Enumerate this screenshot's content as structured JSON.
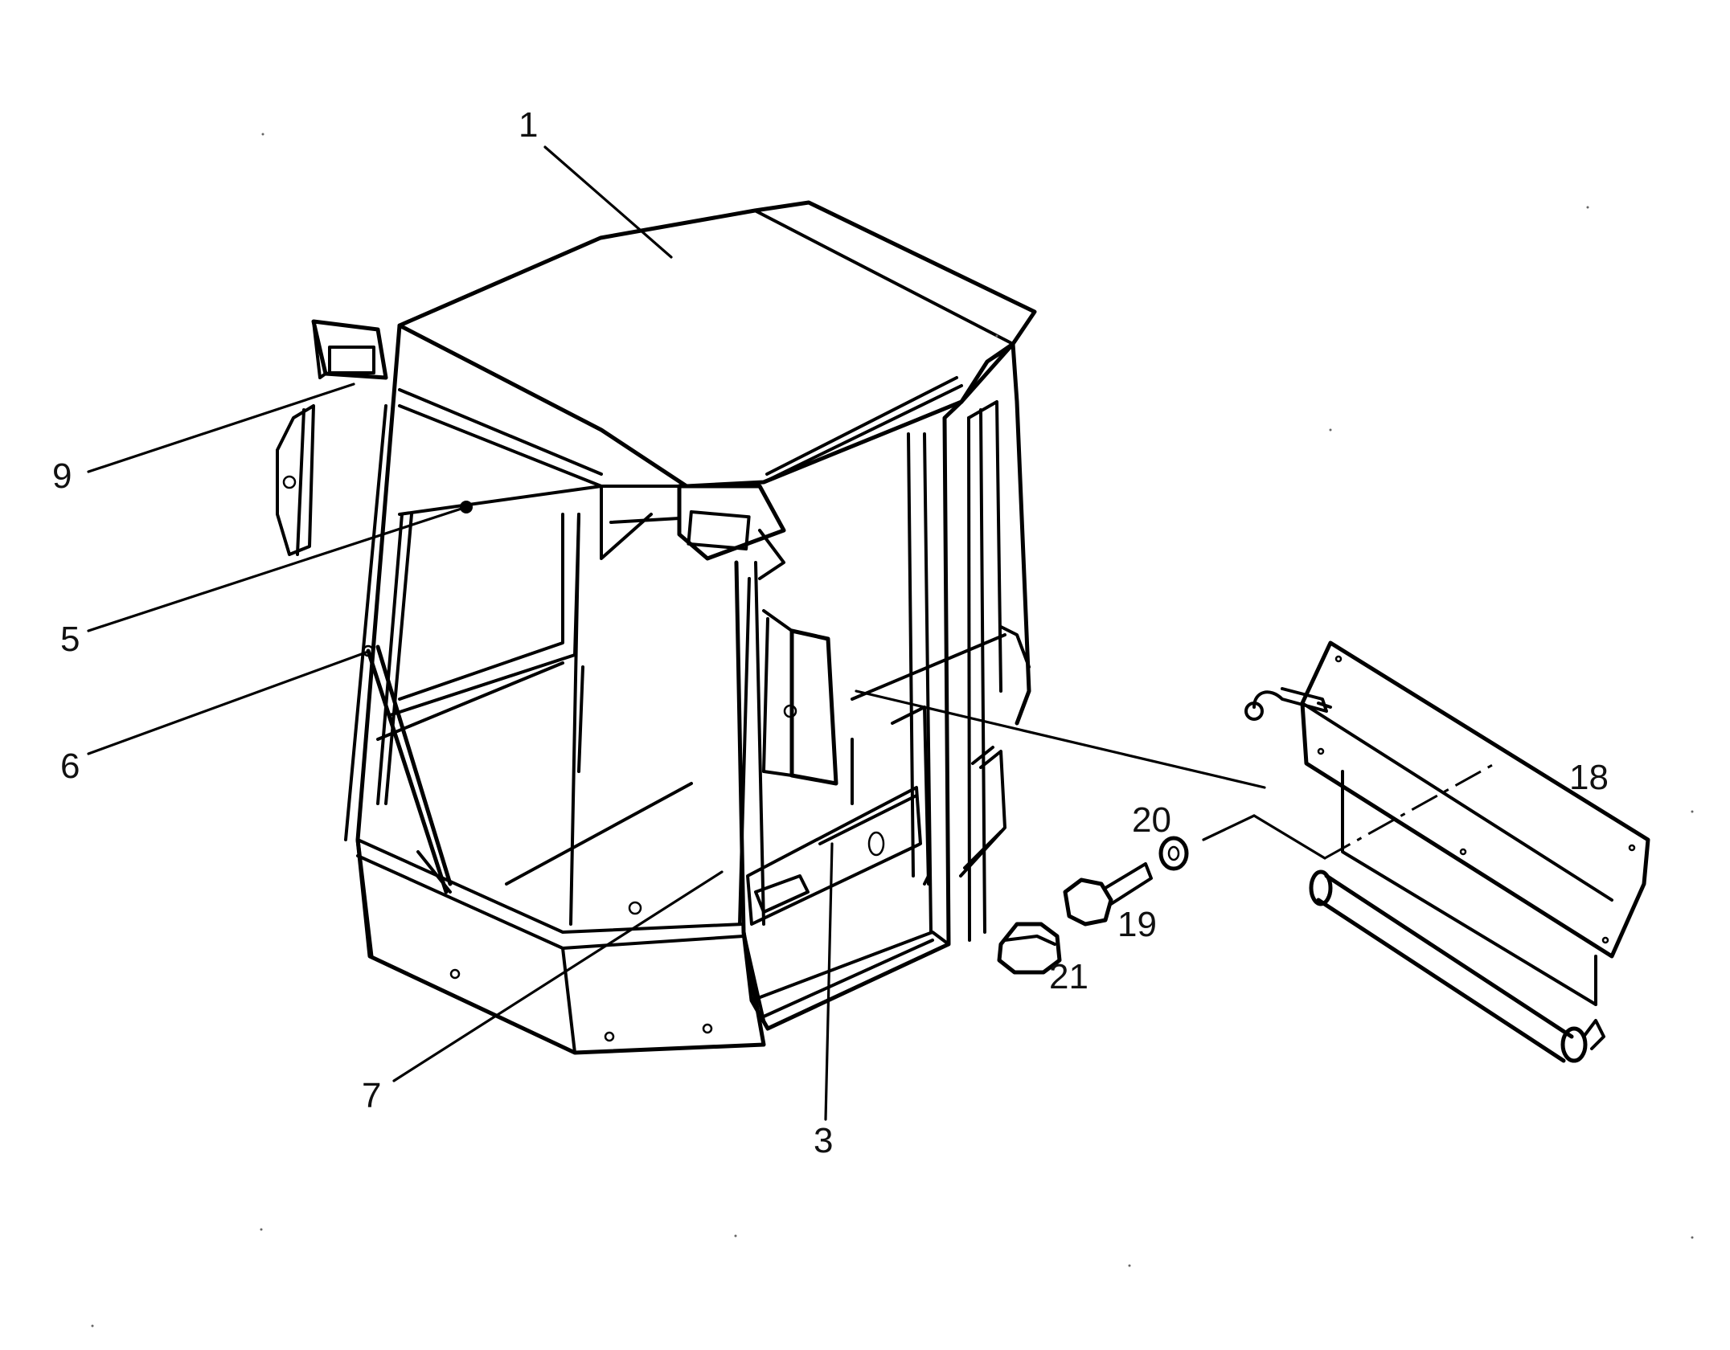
{
  "callouts": {
    "c1": "1",
    "c3": "3",
    "c5": "5",
    "c6": "6",
    "c7": "7",
    "c9": "9",
    "c18": "18",
    "c19": "19",
    "c20": "20",
    "c21": "21"
  }
}
